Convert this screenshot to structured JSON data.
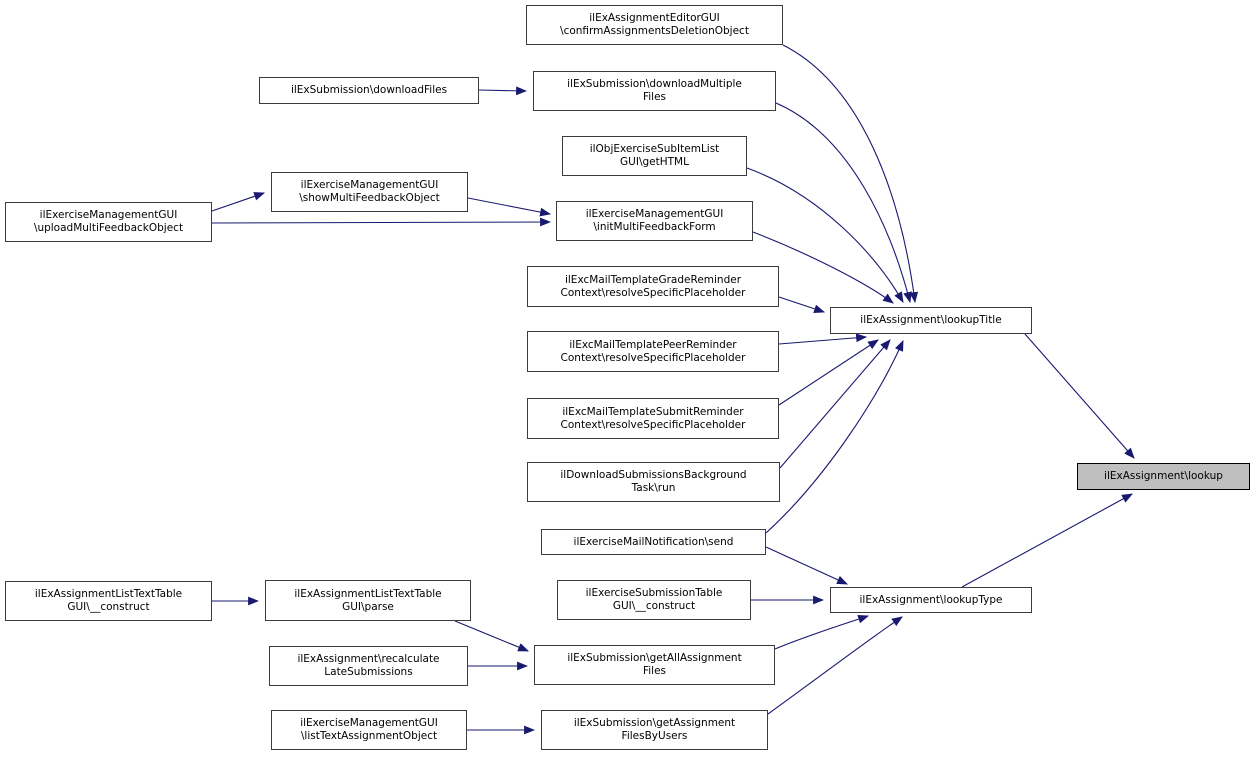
{
  "graph": {
    "kind": "caller-graph",
    "focus": "ilExAssignment\\lookup",
    "colors": {
      "edge": "#191970",
      "node_border": "#3c3c3c",
      "node_fill": "#ffffff",
      "focus_fill": "#bfbfbf",
      "text": "#000000",
      "background": "#ffffff"
    },
    "nodes": {
      "confirm_deletion": {
        "label": "ilExAssignmentEditorGUI\n\\confirmAssignmentsDeletionObject"
      },
      "download_files": {
        "label": "ilExSubmission\\downloadFiles"
      },
      "download_multiple": {
        "label": "ilExSubmission\\downloadMultiple\nFiles"
      },
      "get_html": {
        "label": "ilObjExerciseSubItemList\nGUI\\getHTML"
      },
      "show_multi_feedback": {
        "label": "ilExerciseManagementGUI\n\\showMultiFeedbackObject"
      },
      "upload_multi_feedback": {
        "label": "ilExerciseManagementGUI\n\\uploadMultiFeedbackObject"
      },
      "init_multi_feedback": {
        "label": "ilExerciseManagementGUI\n\\initMultiFeedbackForm"
      },
      "grade_reminder": {
        "label": "ilExcMailTemplateGradeReminder\nContext\\resolveSpecificPlaceholder"
      },
      "peer_reminder": {
        "label": "ilExcMailTemplatePeerReminder\nContext\\resolveSpecificPlaceholder"
      },
      "submit_reminder": {
        "label": "ilExcMailTemplateSubmitReminder\nContext\\resolveSpecificPlaceholder"
      },
      "background_run": {
        "label": "ilDownloadSubmissionsBackground\nTask\\run"
      },
      "mail_send": {
        "label": "ilExerciseMailNotification\\send"
      },
      "submission_table_construct": {
        "label": "ilExerciseSubmissionTable\nGUI\\__construct"
      },
      "list_text_table_construct": {
        "label": "ilExAssignmentListTextTable\nGUI\\__construct"
      },
      "list_text_table_parse": {
        "label": "ilExAssignmentListTextTable\nGUI\\parse"
      },
      "recalculate_late": {
        "label": "ilExAssignment\\recalculate\nLateSubmissions"
      },
      "list_text_assignment": {
        "label": "ilExerciseManagementGUI\n\\listTextAssignmentObject"
      },
      "get_all_files": {
        "label": "ilExSubmission\\getAllAssignment\nFiles"
      },
      "get_files_by_users": {
        "label": "ilExSubmission\\getAssignment\nFilesByUsers"
      },
      "lookup_title": {
        "label": "ilExAssignment\\lookupTitle"
      },
      "lookup_type": {
        "label": "ilExAssignment\\lookupType"
      },
      "lookup": {
        "label": "ilExAssignment\\lookup"
      }
    },
    "edges": [
      {
        "from": "download_files",
        "to": "download_multiple"
      },
      {
        "from": "upload_multi_feedback",
        "to": "show_multi_feedback"
      },
      {
        "from": "upload_multi_feedback",
        "to": "init_multi_feedback"
      },
      {
        "from": "show_multi_feedback",
        "to": "init_multi_feedback"
      },
      {
        "from": "confirm_deletion",
        "to": "lookup_title"
      },
      {
        "from": "download_multiple",
        "to": "lookup_title"
      },
      {
        "from": "get_html",
        "to": "lookup_title"
      },
      {
        "from": "init_multi_feedback",
        "to": "lookup_title"
      },
      {
        "from": "grade_reminder",
        "to": "lookup_title"
      },
      {
        "from": "peer_reminder",
        "to": "lookup_title"
      },
      {
        "from": "submit_reminder",
        "to": "lookup_title"
      },
      {
        "from": "background_run",
        "to": "lookup_title"
      },
      {
        "from": "mail_send",
        "to": "lookup_title"
      },
      {
        "from": "mail_send",
        "to": "lookup_type"
      },
      {
        "from": "submission_table_construct",
        "to": "lookup_type"
      },
      {
        "from": "get_all_files",
        "to": "lookup_type"
      },
      {
        "from": "get_files_by_users",
        "to": "lookup_type"
      },
      {
        "from": "list_text_table_construct",
        "to": "list_text_table_parse"
      },
      {
        "from": "list_text_table_parse",
        "to": "get_all_files"
      },
      {
        "from": "recalculate_late",
        "to": "get_all_files"
      },
      {
        "from": "list_text_assignment",
        "to": "get_files_by_users"
      },
      {
        "from": "lookup_title",
        "to": "lookup"
      },
      {
        "from": "lookup_type",
        "to": "lookup"
      }
    ]
  }
}
